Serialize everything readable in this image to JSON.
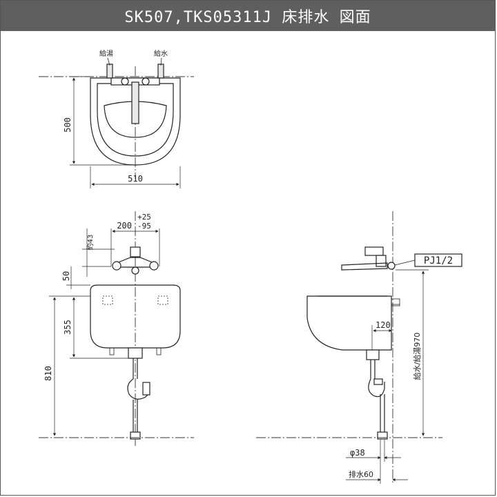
{
  "header": {
    "title": "SK507,TKS05311J 床排水 図面"
  },
  "top_view": {
    "label_hot": "給湯",
    "label_cold": "給水",
    "dim_depth": "500",
    "dim_width": "510"
  },
  "front_view": {
    "dim_spacing": "200",
    "dim_spacing_plus": "+25",
    "dim_spacing_minus": "-95",
    "dim_faucet": "約43",
    "dim_50": "50",
    "dim_355": "355",
    "dim_810": "810"
  },
  "side_view": {
    "pj_label": "PJ1/2",
    "dim_120": "120",
    "dim_970": "給水/給湯970",
    "dim_phi38": "φ38",
    "dim_drain60": "排水60"
  }
}
